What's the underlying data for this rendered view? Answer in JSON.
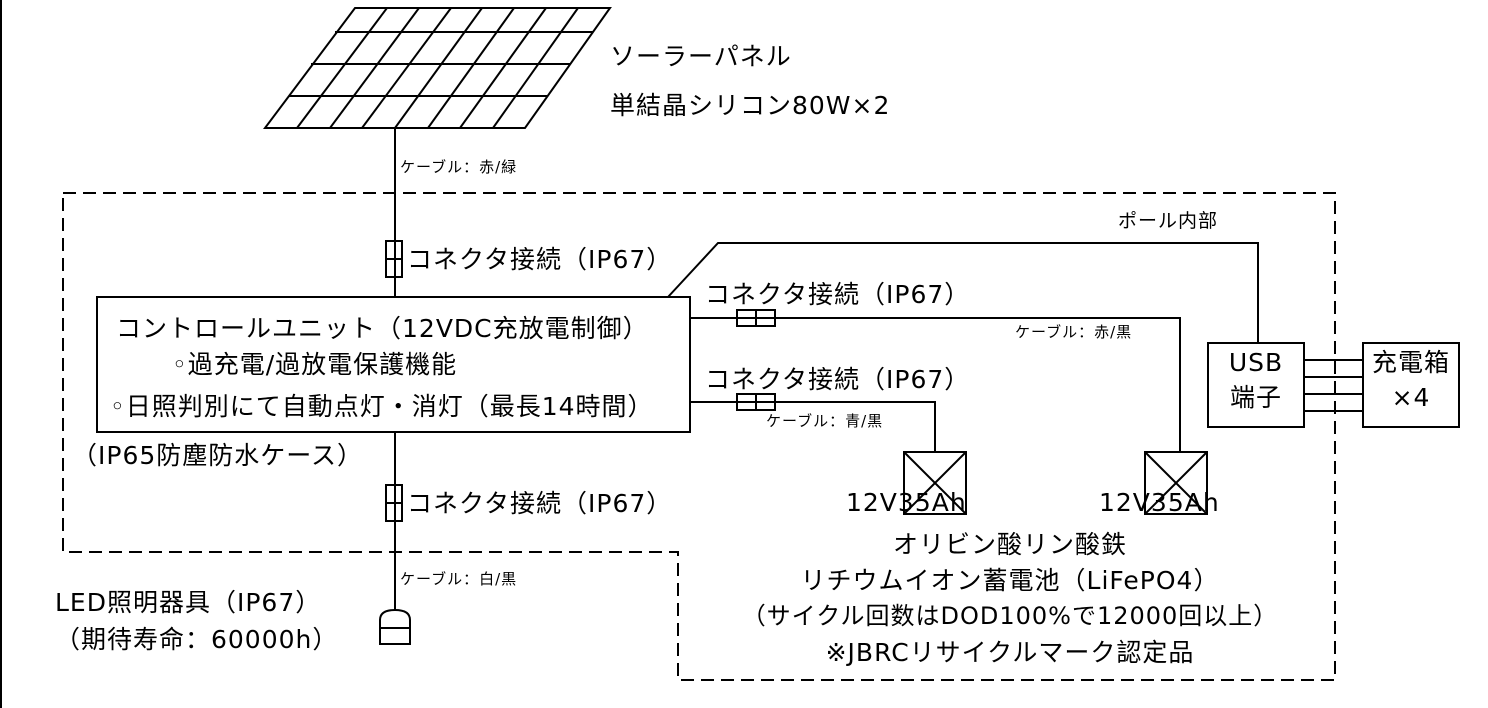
{
  "colors": {
    "line": "#000000",
    "background": "#ffffff"
  },
  "solar_panel": {
    "label_line1": "ソーラーパネル",
    "label_line2": "単結晶シリコン80W×2"
  },
  "cables": {
    "panel": "ケーブル：赤/緑",
    "battery_right": "ケーブル：赤/黒",
    "battery_left": "ケーブル：青/黒",
    "light": "ケーブル：白/黒"
  },
  "pole_interior_label": "ポール内部",
  "connectors": {
    "top": "コネクタ接続（IP67）",
    "battery_right": "コネクタ接続（IP67）",
    "battery_left": "コネクタ接続（IP67）",
    "bottom": "コネクタ接続（IP67）"
  },
  "control_unit": {
    "line1": "コントロールユニット（12VDC充放電制御）",
    "line2": "◦過充電/過放電保護機能",
    "line3": "◦日照判別にて自動点灯・消灯（最長14時間）",
    "case": "（IP65防塵防水ケース）"
  },
  "usb": {
    "line1": "USB",
    "line2": "端子"
  },
  "charger_box": {
    "line1": "充電箱",
    "line2": "×4"
  },
  "batteries": {
    "left_label": "12V35Ah",
    "right_label": "12V35Ah",
    "desc_line1": "オリビン酸リン酸鉄",
    "desc_line2": "リチウムイオン蓄電池（LiFePO4）",
    "desc_line3": "（サイクル回数はDOD100%で12000回以上）",
    "desc_line4": "※JBRCリサイクルマーク認定品"
  },
  "led_light": {
    "line1": "LED照明器具（IP67）",
    "line2": "（期待寿命：60000h）"
  }
}
